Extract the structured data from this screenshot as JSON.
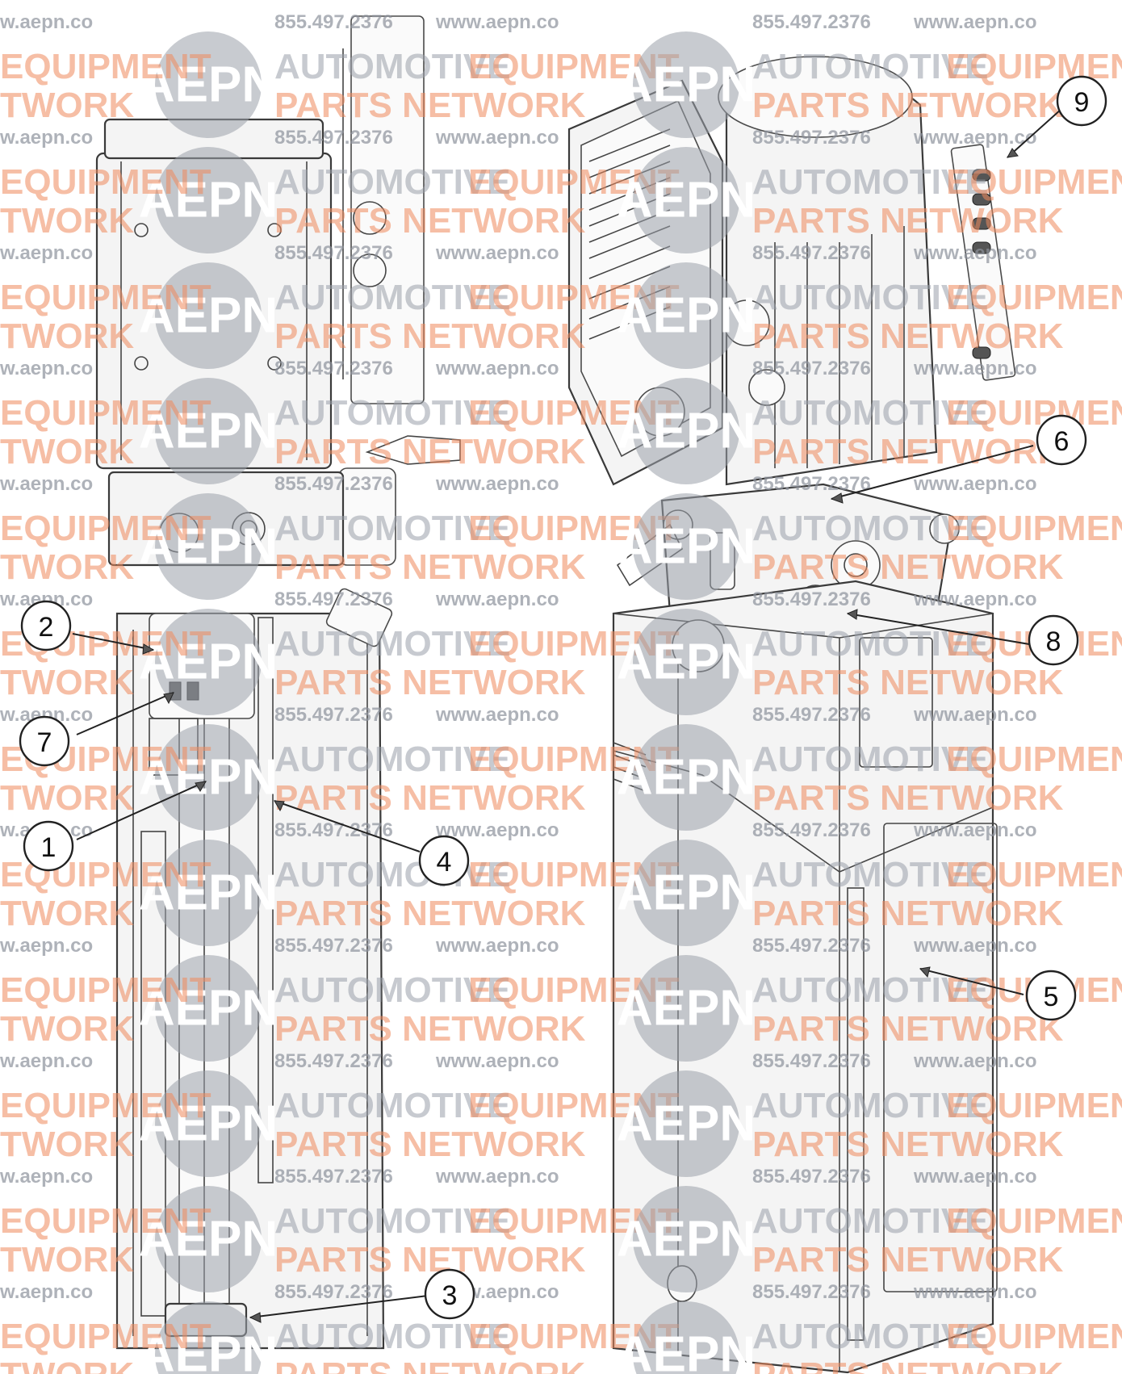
{
  "callouts": [
    {
      "id": "1",
      "label": "1"
    },
    {
      "id": "2",
      "label": "2"
    },
    {
      "id": "3",
      "label": "3"
    },
    {
      "id": "4",
      "label": "4"
    },
    {
      "id": "5",
      "label": "5"
    },
    {
      "id": "6",
      "label": "6"
    },
    {
      "id": "7",
      "label": "7"
    },
    {
      "id": "8",
      "label": "8"
    },
    {
      "id": "9",
      "label": "9"
    }
  ],
  "watermark": {
    "logo": "AEPN",
    "name_line1_a": "AUTOMOTIVE",
    "name_line1_b": "EQUIPMENT",
    "name_line2": "PARTS NETWORK",
    "name_line2_b": "NETWORK",
    "name_fragment_1": "EQUIPMENT",
    "name_fragment_2": "TWORK",
    "phone": "855.497.2376",
    "website": "www.aepn.co",
    "website_fragment": "w.aepn.co",
    "colors": {
      "gray": "#9aa0aa",
      "orange": "#f08a5d"
    }
  }
}
